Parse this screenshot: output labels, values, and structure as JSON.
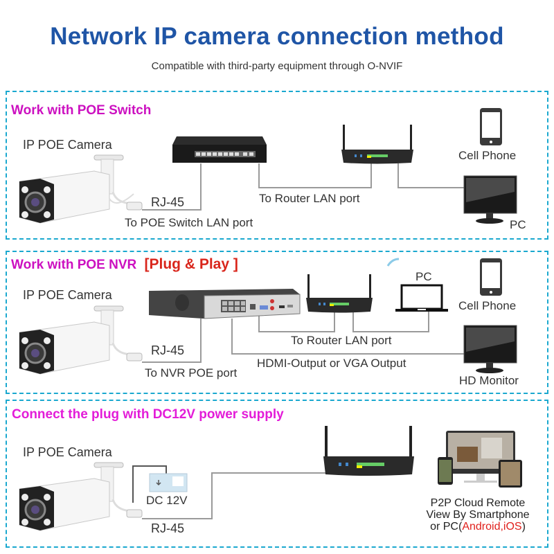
{
  "header": {
    "title": "Network IP camera connection method",
    "subtitle": "Compatible with third-party equipment through O-NVIF"
  },
  "colors": {
    "title": "#1f55a6",
    "panel_border": "#1aa8cf",
    "panel_title": "#cc10c0",
    "highlight_red": "#d9261c"
  },
  "panels": [
    {
      "title": "Work with POE Switch",
      "labels": {
        "camera": "IP POE Camera",
        "cable": "RJ-45",
        "cable_desc": "To POE Switch LAN port",
        "router_link": "To Router LAN port",
        "phone": "Cell Phone",
        "pc": "PC"
      },
      "icons": [
        "camera-icon",
        "poe-switch-icon",
        "router-icon",
        "cell-phone-icon",
        "monitor-icon"
      ]
    },
    {
      "title": "Work with POE NVR",
      "badge": "[Plug & Play ]",
      "labels": {
        "camera": "IP POE Camera",
        "cable": "RJ-45",
        "cable_desc": "To NVR POE port",
        "router_link": "To Router LAN port",
        "video_out": "HDMI-Output or VGA Output",
        "pc": "PC",
        "phone": "Cell Phone",
        "monitor": "HD Monitor"
      },
      "icons": [
        "camera-icon",
        "nvr-icon",
        "router-icon",
        "laptop-icon",
        "cell-phone-icon",
        "monitor-icon"
      ]
    },
    {
      "title": "Connect the plug with DC12V power supply",
      "labels": {
        "camera": "IP POE Camera",
        "power": "DC 12V",
        "cable": "RJ-45",
        "p2p_line1": "P2P Cloud Remote",
        "p2p_line2": "View By Smartphone",
        "p2p_line3_prefix": "or PC(",
        "p2p_line3_highlight": "Android,iOS",
        "p2p_line3_suffix": ")"
      },
      "icons": [
        "camera-icon",
        "power-socket-icon",
        "router-icon",
        "multi-device-icon"
      ]
    }
  ]
}
